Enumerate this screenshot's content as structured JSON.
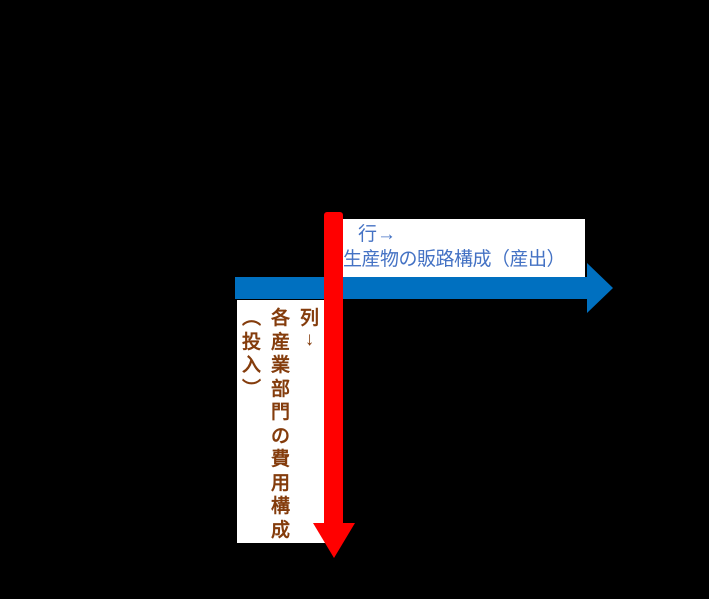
{
  "colors": {
    "background": "#000000",
    "label_box_bg": "#FFFFFF",
    "row_arrow": "#0070C0",
    "column_arrow": "#FF0000",
    "row_label_text": "#4472C4",
    "column_label_text": "#843C0C"
  },
  "diagram": {
    "row_header": {
      "label_line1": "行→",
      "label_line2": "生産物の販路構成（産出）",
      "arrow_direction": "right"
    },
    "column_header": {
      "label_columns": [
        "列↓",
        "各産業部門の費用構成",
        "（投入）"
      ],
      "arrow_direction": "down"
    }
  }
}
